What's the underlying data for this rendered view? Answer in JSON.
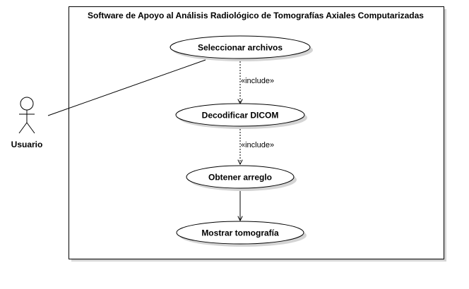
{
  "system": {
    "title": "Software de Apoyo al Análisis Radiológico de Tomografías Axiales Computarizadas"
  },
  "actor": {
    "name": "Usuario"
  },
  "use_cases": [
    {
      "label": "Seleccionar archivos"
    },
    {
      "label": "Decodificar DICOM"
    },
    {
      "label": "Obtener arreglo"
    },
    {
      "label": "Mostrar tomografía"
    }
  ],
  "relations": [
    {
      "from": "Seleccionar archivos",
      "to": "Decodificar DICOM",
      "stereotype": "«include»"
    },
    {
      "from": "Decodificar DICOM",
      "to": "Obtener arreglo",
      "stereotype": "«include»"
    },
    {
      "from": "Obtener arreglo",
      "to": "Mostrar tomografía",
      "stereotype": ""
    }
  ],
  "associations": [
    {
      "actor": "Usuario",
      "use_case": "Seleccionar archivos"
    }
  ],
  "colors": {
    "line": "#000000",
    "fill": "#ffffff",
    "shadow": "#d4d4d4"
  }
}
